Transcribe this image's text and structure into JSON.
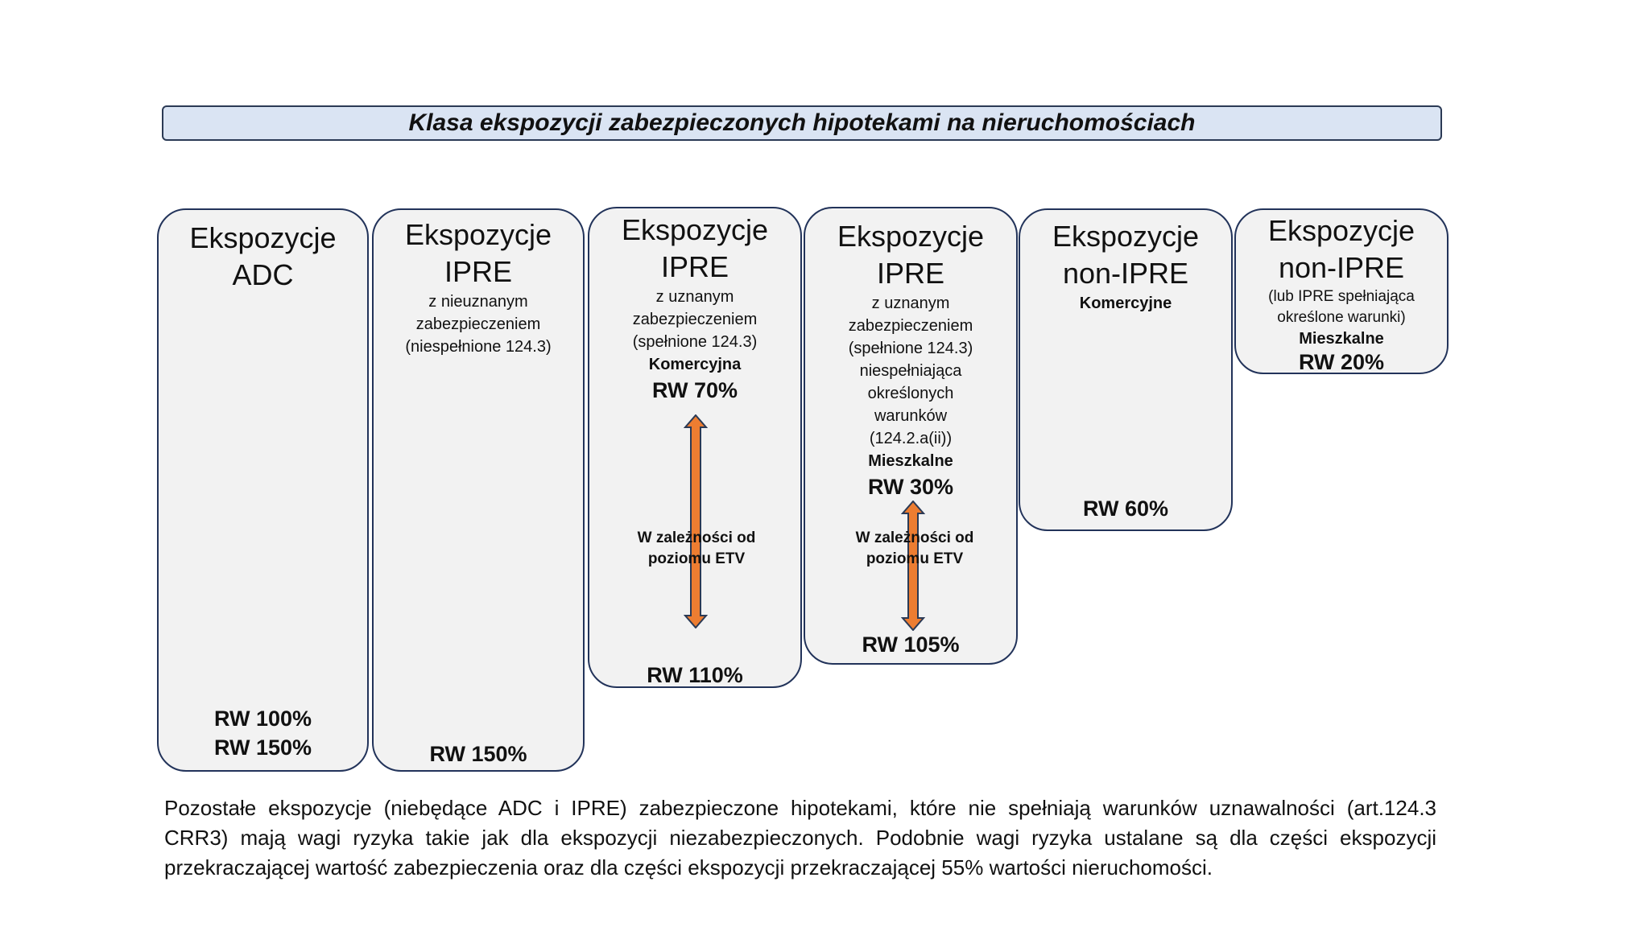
{
  "title": "Klasa ekspozycji zabezpieczonych hipotekami na nieruchomościach",
  "cards": [
    {
      "heading_1": "Ekspozycje",
      "heading_2": "ADC",
      "rw_1": "RW 100%",
      "rw_2": "RW 150%"
    },
    {
      "heading_1": "Ekspozycje",
      "heading_2": "IPRE",
      "sub": [
        "z nieuznanym",
        "zabezpieczeniem",
        "(niespełnione 124.3)"
      ],
      "rw": "RW 150%"
    },
    {
      "heading_1": "Ekspozycje",
      "heading_2": "IPRE",
      "sub": [
        "z uznanym",
        "zabezpieczeniem",
        "(spełnione 124.3)"
      ],
      "category": "Komercyjna",
      "rw_top": "RW 70%",
      "etv": [
        "W zależności od",
        "poziomu ETV"
      ],
      "rw_bottom": "RW 110%"
    },
    {
      "heading_1": "Ekspozycje",
      "heading_2": "IPRE",
      "sub": [
        "z uznanym",
        "zabezpieczeniem",
        "(spełnione 124.3)",
        "niespełniająca",
        "określonych",
        "warunków",
        "(124.2.a(ii))"
      ],
      "category": "Mieszkalne",
      "rw_top": "RW 30%",
      "etv": [
        "W zależności od",
        "poziomu ETV"
      ],
      "rw_bottom": "RW 105%"
    },
    {
      "heading_1": "Ekspozycje",
      "heading_2": "non-IPRE",
      "category": "Komercyjne",
      "rw": "RW 60%"
    },
    {
      "heading_1": "Ekspozycje",
      "heading_2": "non-IPRE",
      "sub": [
        "(lub IPRE spełniająca",
        "określone warunki)"
      ],
      "category": "Mieszkalne",
      "rw": "RW 20%"
    }
  ],
  "footer": {
    "line_1": "Pozostałe ekspozycje (niebędące ADC i IPRE) zabezpieczone hipotekami, które nie spełniają warunków uznawalności (art.124.3",
    "line_2": "CRR3) mają wagi ryzyka takie jak dla ekspozycji niezabezpieczonych. Podobnie wagi ryzyka ustalane są dla części ekspozycji",
    "line_3": "przekraczającej wartość zabezpieczenia oraz dla części ekspozycji przekraczającej 55% wartości nieruchomości."
  },
  "colors": {
    "arrow": "#ed7d31",
    "card_bg": "#f2f2f2",
    "card_border": "#22335a",
    "title_bg": "#dae4f3"
  }
}
